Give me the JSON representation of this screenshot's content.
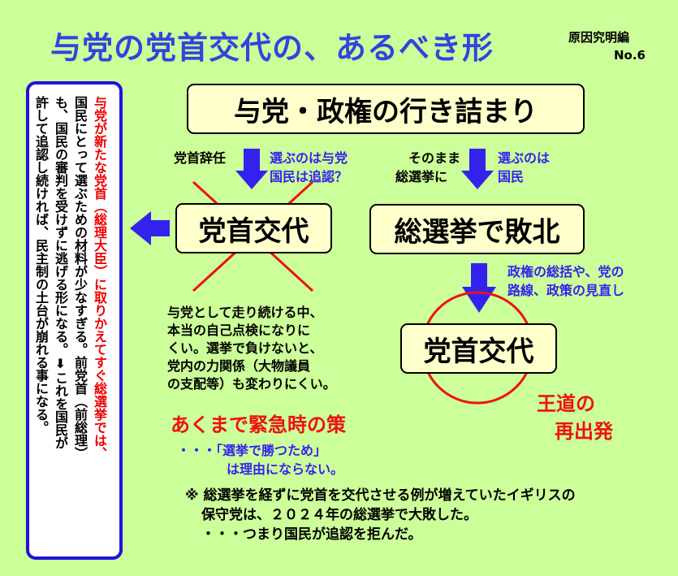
{
  "title": "与党の党首交代の、あるべき形",
  "series": "原因究明編",
  "issue": "No.6",
  "left_box": {
    "columns": [
      {
        "parts": [
          {
            "text": "与党が新たな党首（総理大臣）に取りかえてすぐ総選挙では、",
            "color": "red"
          }
        ]
      },
      {
        "parts": [
          {
            "text": "国民にとって選ぶための材料が少なすぎる。前党首（前総理）",
            "color": "black"
          }
        ]
      },
      {
        "parts": [
          {
            "text": "も、国民の審判を受けずに逃げる形になる。⬇これを国民が",
            "color": "black"
          }
        ]
      },
      {
        "parts": [
          {
            "text": "許して追認し続ければ、民主制の土台が崩れる事になる。",
            "color": "black"
          }
        ]
      }
    ]
  },
  "boxes": {
    "main": "与党・政権の行き詰まり",
    "leader_change": "党首交代",
    "defeat": "総選挙で敗北",
    "leader_change2": "党首交代"
  },
  "left_path": {
    "label": "党首辞任",
    "note_lines": [
      "選ぶのは与党",
      "国民は追認？"
    ]
  },
  "right_path": {
    "label_lines": [
      "そのまま",
      "総選挙に"
    ],
    "note_lines": [
      "選ぶのは",
      "国民"
    ]
  },
  "defeat_note_lines": [
    "政権の総括や、党の",
    "路線、政策の見直し"
  ],
  "body_lines": [
    "与党として走り続ける中、",
    "本当の自己点検になりに",
    "くい。選挙で負けないと、",
    "党内の力関係（大物議員",
    "の支配等）も変わりにくい。"
  ],
  "emphasis": "あくまで緊急時の策",
  "emphasis_note_lines": [
    "・・・「選挙で勝つため」",
    "は理由にならない。"
  ],
  "royal_lines": [
    "王道の",
    "再出発"
  ],
  "footnote_lines": [
    "※ 総選挙を経ずに党首を交代させる例が増えていたイギリスの",
    "保守党は、２０２４年の総選挙で大敗した。",
    "・・・つまり国民が追認を拒んだ。"
  ],
  "colors": {
    "background": "#ccff99",
    "title": "#3344dd",
    "arrow": "#3322ee",
    "cross": "#ee1111",
    "box_fill": "#ffffcc",
    "left_box_border": "#2211dd"
  }
}
